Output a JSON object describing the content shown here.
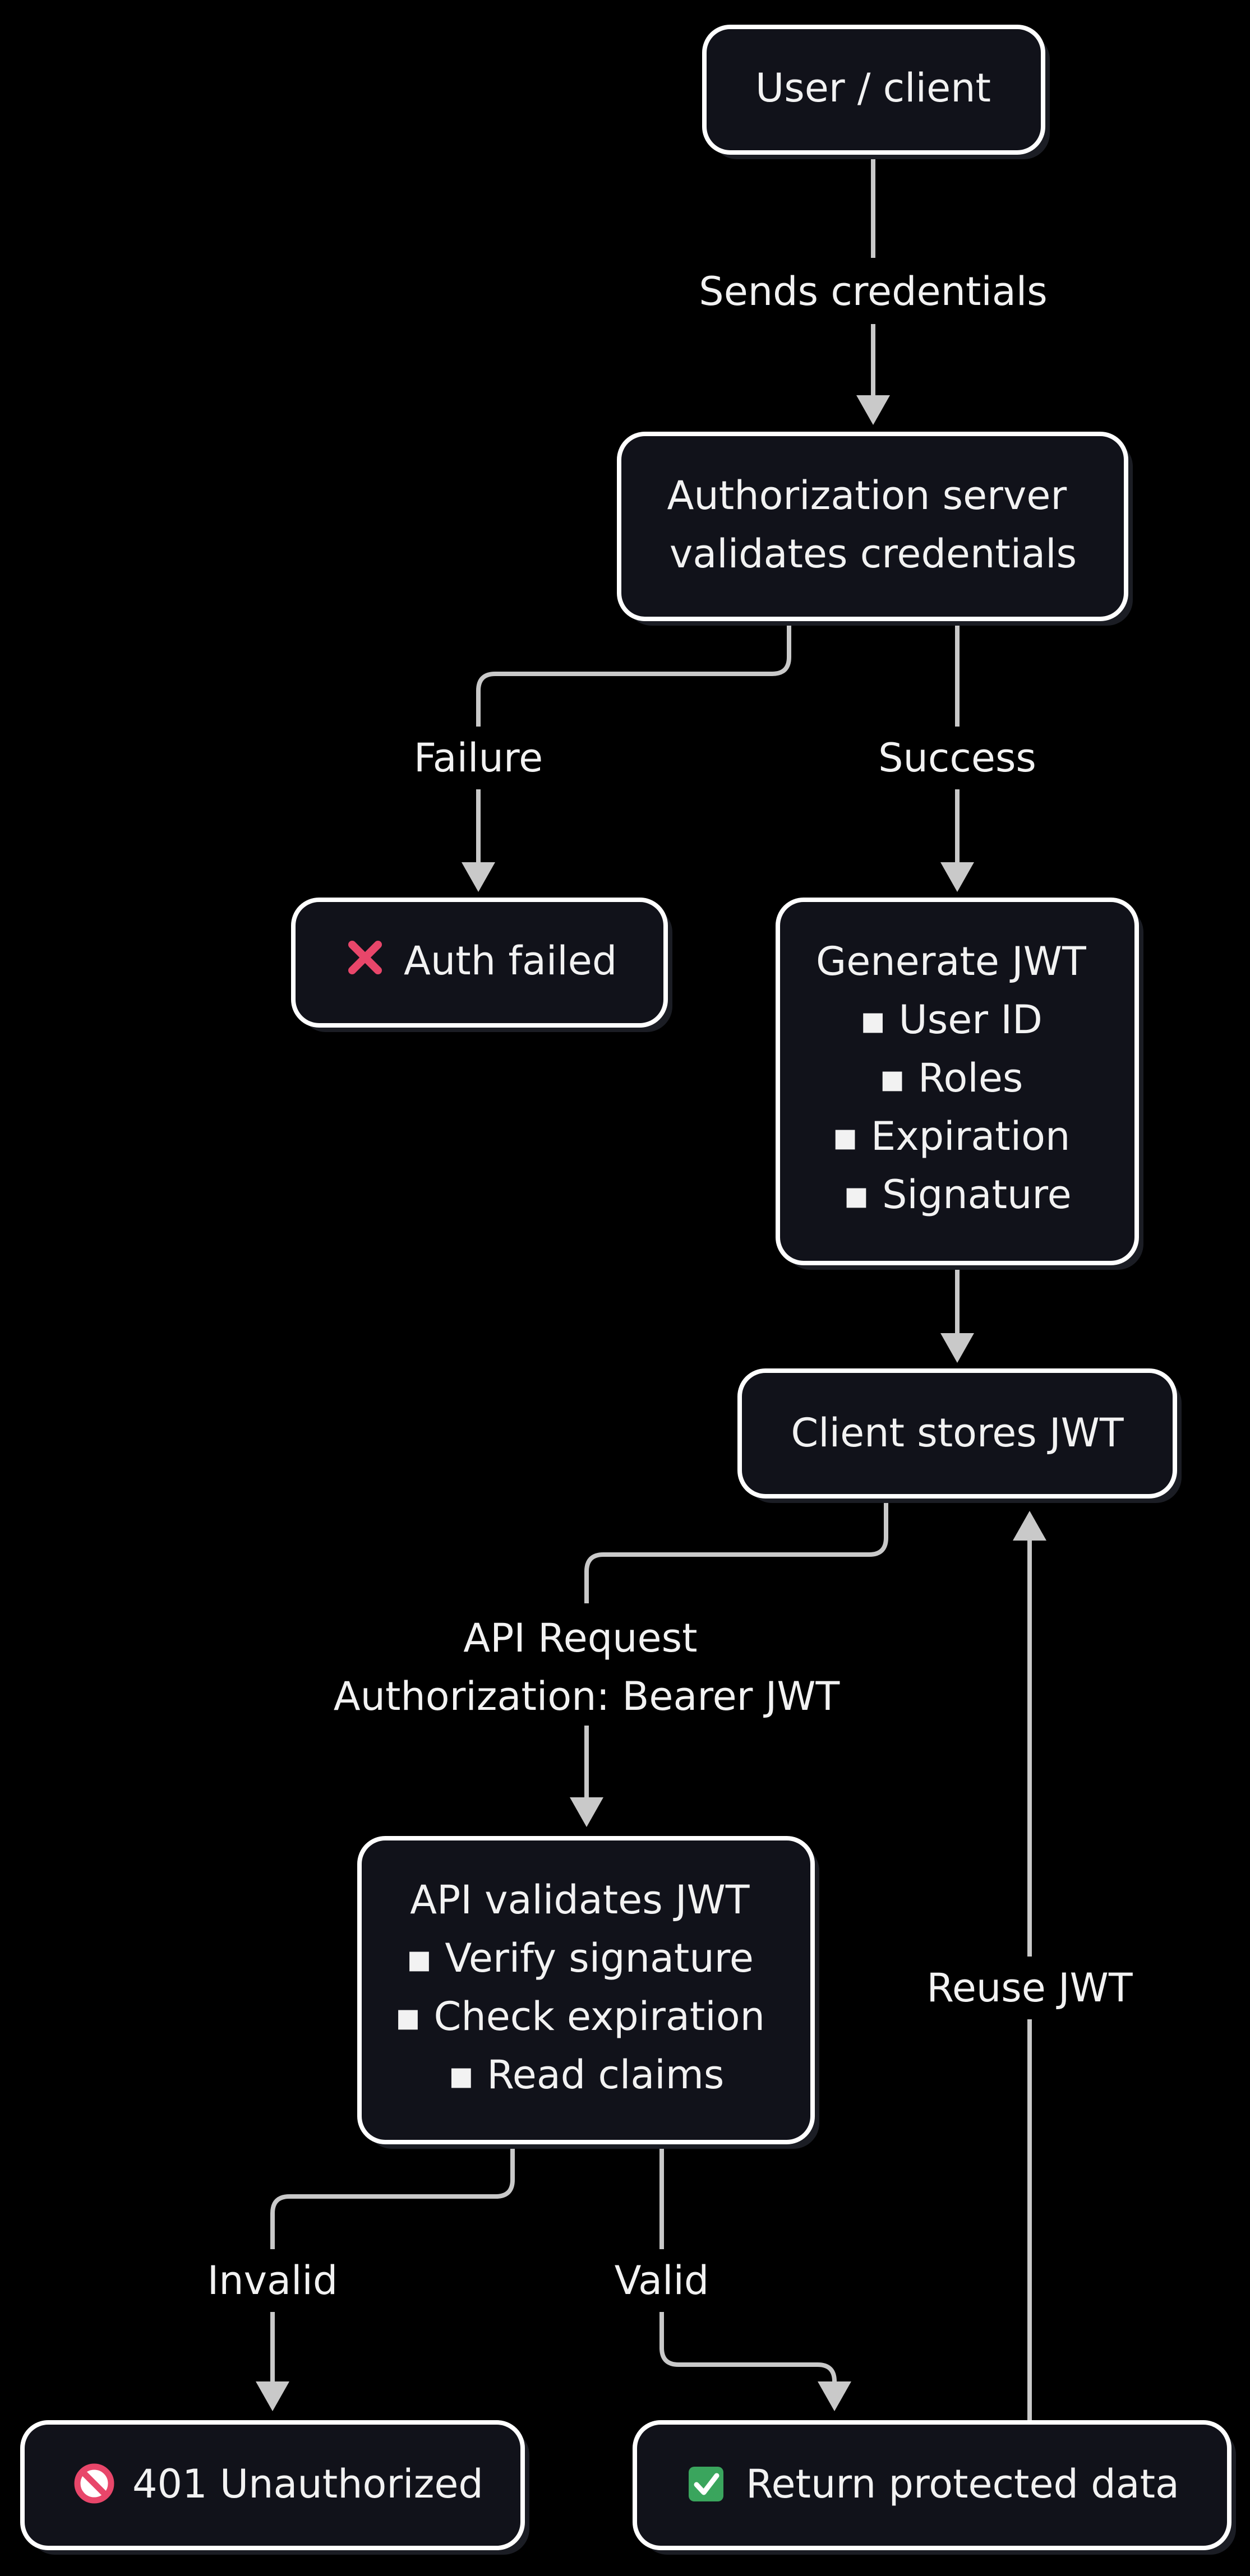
{
  "nodes": {
    "user_client": {
      "lines": [
        "User / client"
      ]
    },
    "auth_server": {
      "lines": [
        "Authorization server",
        "validates credentials"
      ]
    },
    "auth_failed": {
      "icon": "cross-mark-icon",
      "label": "Auth failed"
    },
    "generate_jwt": {
      "lines": [
        "Generate JWT",
        "▪ User ID",
        "▪ Roles",
        "▪ Expiration",
        "▪ Signature"
      ]
    },
    "client_stores": {
      "lines": [
        "Client stores JWT"
      ]
    },
    "api_validates": {
      "lines": [
        "API validates JWT",
        "▪ Verify signature",
        "▪ Check expiration",
        "▪ Read claims"
      ]
    },
    "unauthorized": {
      "icon": "prohibited-icon",
      "label": "401 Unauthorized"
    },
    "return_data": {
      "icon": "check-mark-icon",
      "label": "Return protected data"
    }
  },
  "edges": {
    "sends_credentials": {
      "lines": [
        "Sends credentials"
      ]
    },
    "failure": {
      "lines": [
        "Failure"
      ]
    },
    "success": {
      "lines": [
        "Success"
      ]
    },
    "api_request": {
      "lines": [
        "API Request",
        "Authorization: Bearer JWT"
      ]
    },
    "invalid": {
      "lines": [
        "Invalid"
      ]
    },
    "valid": {
      "lines": [
        "Valid"
      ]
    },
    "reuse_jwt": {
      "lines": [
        "Reuse JWT"
      ]
    },
    "jwt_to_storage": {
      "lines": []
    }
  },
  "colors": {
    "background": "#000000",
    "node_fill": "#11121a",
    "node_border": "#ffffff",
    "edge": "#c9c9c9",
    "text": "#f2f2f2",
    "cross_icon": "#e8466a",
    "prohibited_icon": "#e8466a",
    "check_icon_bg": "#3aa55d"
  }
}
